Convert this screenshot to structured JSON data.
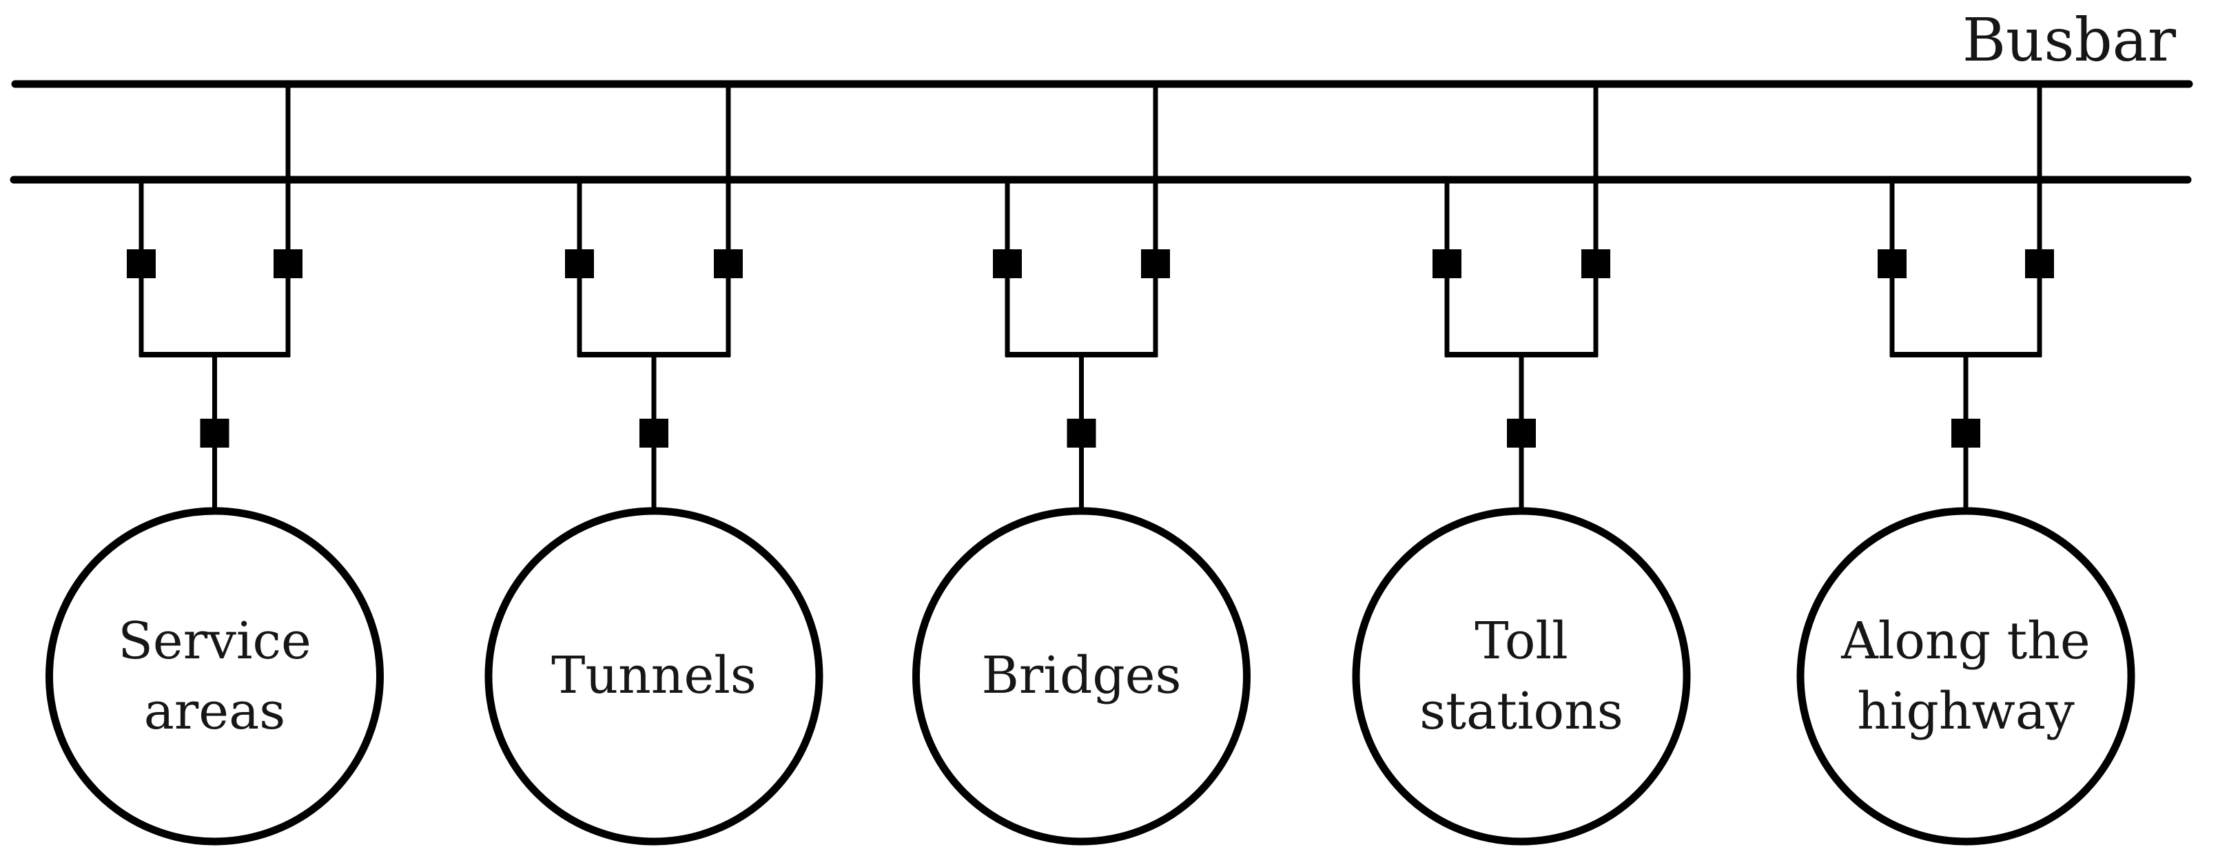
{
  "diagram": {
    "type": "single-line electrical distribution diagram",
    "busbar_label": "Busbar",
    "loads": [
      {
        "label": "Service areas",
        "lines": [
          "Service",
          "areas"
        ]
      },
      {
        "label": "Tunnels",
        "lines": [
          "Tunnels"
        ]
      },
      {
        "label": "Bridges",
        "lines": [
          "Bridges"
        ]
      },
      {
        "label": "Toll stations",
        "lines": [
          "Toll",
          "stations"
        ]
      },
      {
        "label": "Along the highway",
        "lines": [
          "Along the",
          "highway"
        ]
      }
    ],
    "colors": {
      "line": "#000000",
      "switch": "#000000",
      "text": "#161616",
      "background": "#ffffff"
    }
  }
}
